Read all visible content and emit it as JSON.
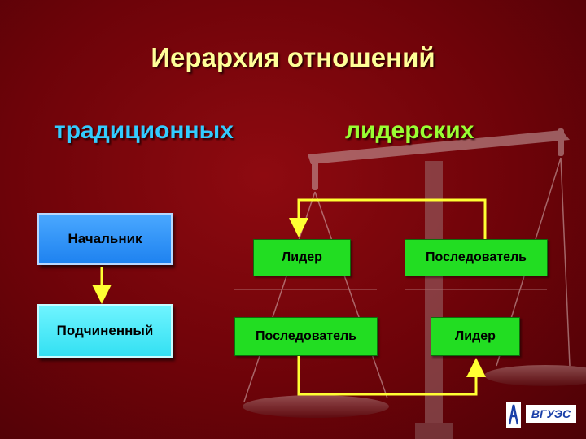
{
  "title": "Иерархия отношений",
  "subtitles": {
    "traditional": "традиционных",
    "leadership": "лидерских"
  },
  "traditional": {
    "top_box": "Начальник",
    "bottom_box": "Подчиненный"
  },
  "leadership": {
    "top_left": "Лидер",
    "top_right": "Последователь",
    "bottom_left": "Последователь",
    "bottom_right": "Лидер"
  },
  "logo": {
    "text": "ВГУЭС"
  },
  "colors": {
    "background": "#7a050b",
    "title": "#ffff99",
    "traditional": "#33ccff",
    "leadership": "#99ff33",
    "box_green": "#22dd22",
    "box_blue": "#1e82f0",
    "box_cyan": "#33e0f2",
    "arrow": "#ffff33"
  }
}
